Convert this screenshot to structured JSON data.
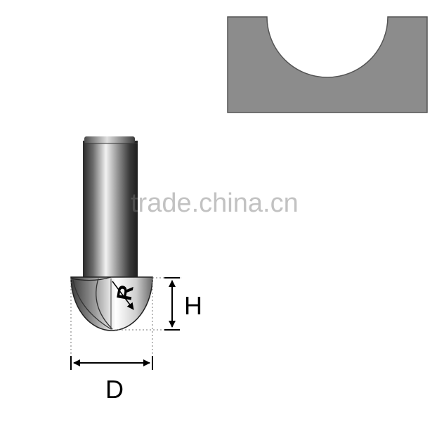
{
  "labels": {
    "radius": "R",
    "height": "H",
    "diameter": "D"
  },
  "watermark": "trade.china.cn",
  "colors": {
    "profile_fill": "#8c8c8c",
    "profile_stroke": "#555555",
    "radius_label": "#d22020",
    "dimension": "#000000"
  }
}
